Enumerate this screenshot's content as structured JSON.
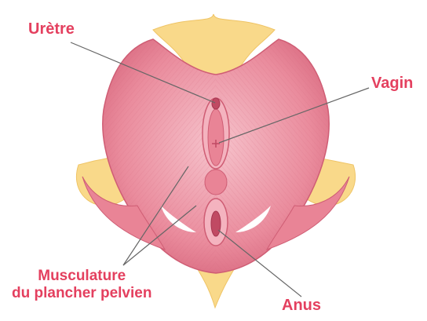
{
  "labels": {
    "uretre": "Urètre",
    "vagin": "Vagin",
    "anus": "Anus",
    "musculature_line1": "Musculature",
    "musculature_line2": "du plancher pelvien"
  },
  "colors": {
    "label": "#e4405f",
    "bone": "#f9d98a",
    "bone_edge": "#efc466",
    "muscle": "#e98496",
    "muscle_light": "#f4b3bf",
    "muscle_dark": "#d96a80",
    "leader_line": "#666666"
  },
  "icons": [
    "pelvic-floor-diagram"
  ]
}
